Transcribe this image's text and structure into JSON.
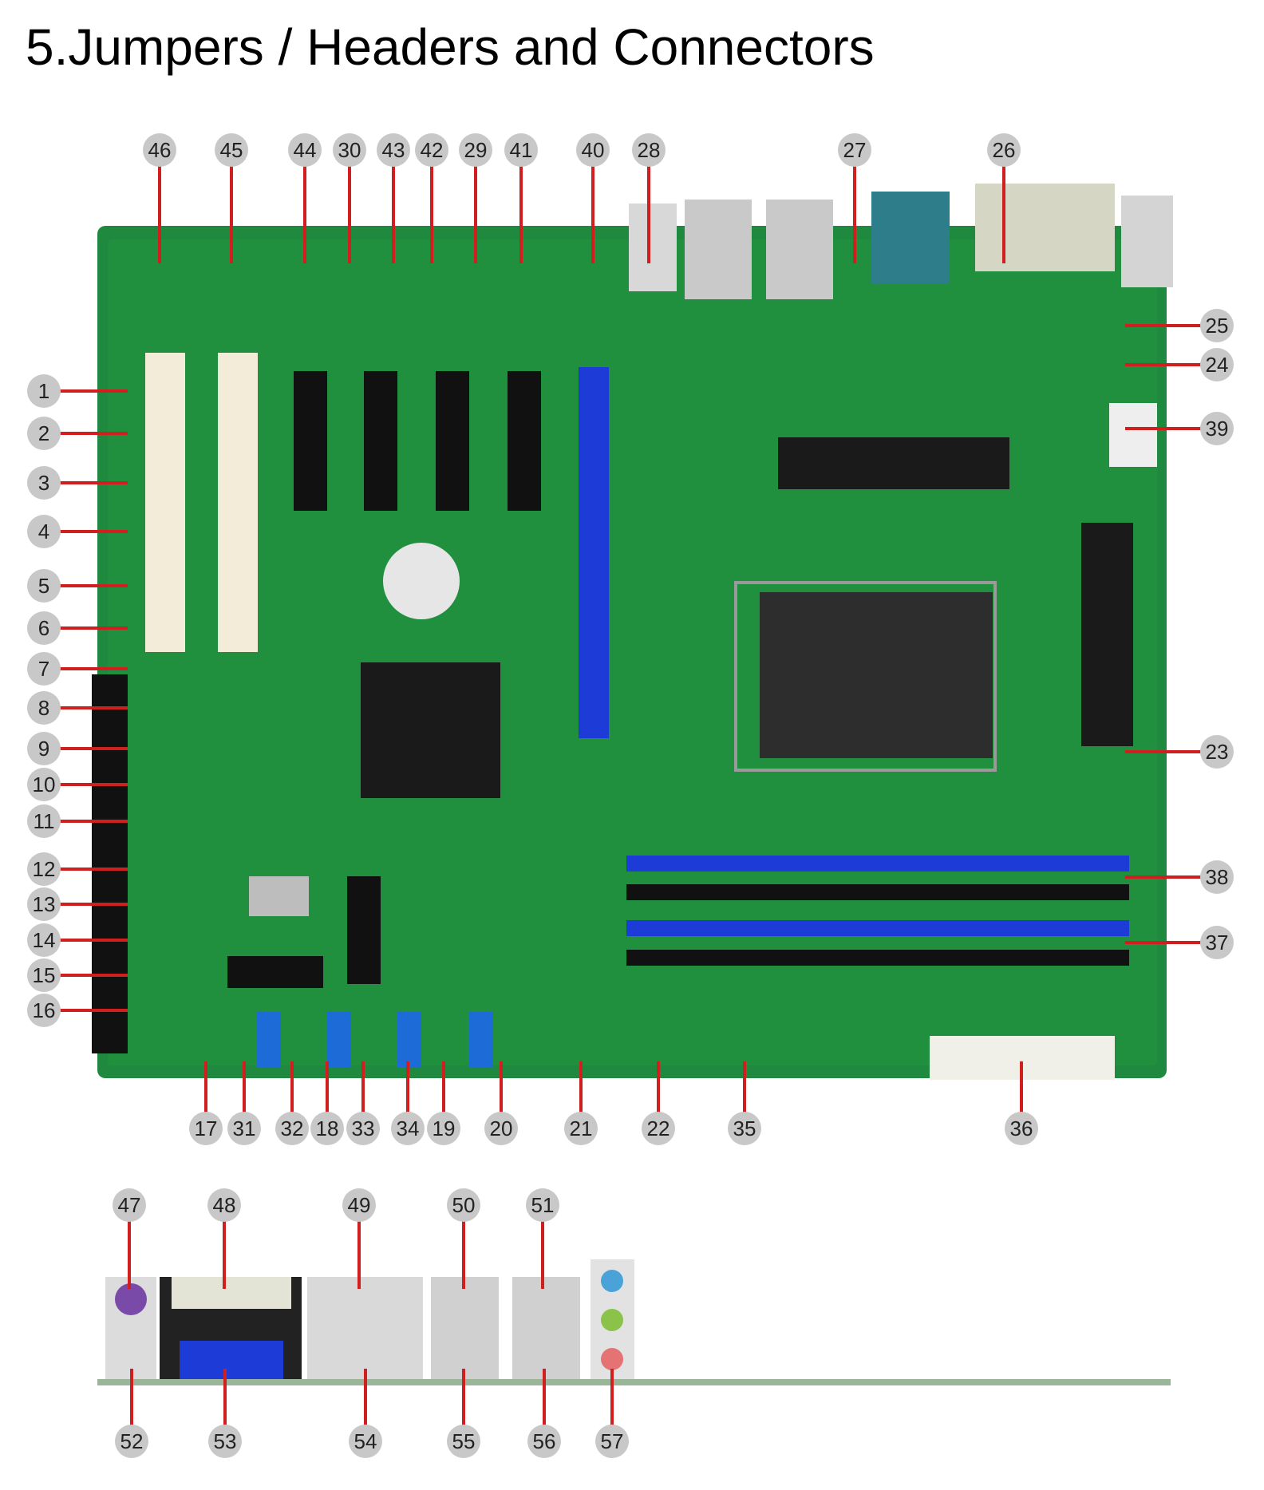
{
  "page": {
    "title": "5.Jumpers / Headers and Connectors"
  },
  "colors": {
    "pcb": "#1f8a3f",
    "leader": "#d11f1f",
    "dimm_blue": "#1d3bd6",
    "badge": "#c8c8c8"
  },
  "callouts": {
    "left": [
      "1",
      "2",
      "3",
      "4",
      "5",
      "6",
      "7",
      "8",
      "9",
      "10",
      "11",
      "12",
      "13",
      "14",
      "15",
      "16"
    ],
    "top": [
      "46",
      "45",
      "44",
      "30",
      "43",
      "42",
      "29",
      "41",
      "40",
      "28",
      "27",
      "26"
    ],
    "right": [
      "25",
      "24",
      "39",
      "23",
      "38",
      "37"
    ],
    "bottom": [
      "17",
      "31",
      "32",
      "18",
      "33",
      "34",
      "19",
      "20",
      "21",
      "22",
      "35",
      "36"
    ],
    "io_top": [
      "47",
      "48",
      "49",
      "50",
      "51"
    ],
    "io_bottom": [
      "52",
      "53",
      "54",
      "55",
      "56",
      "57"
    ]
  }
}
